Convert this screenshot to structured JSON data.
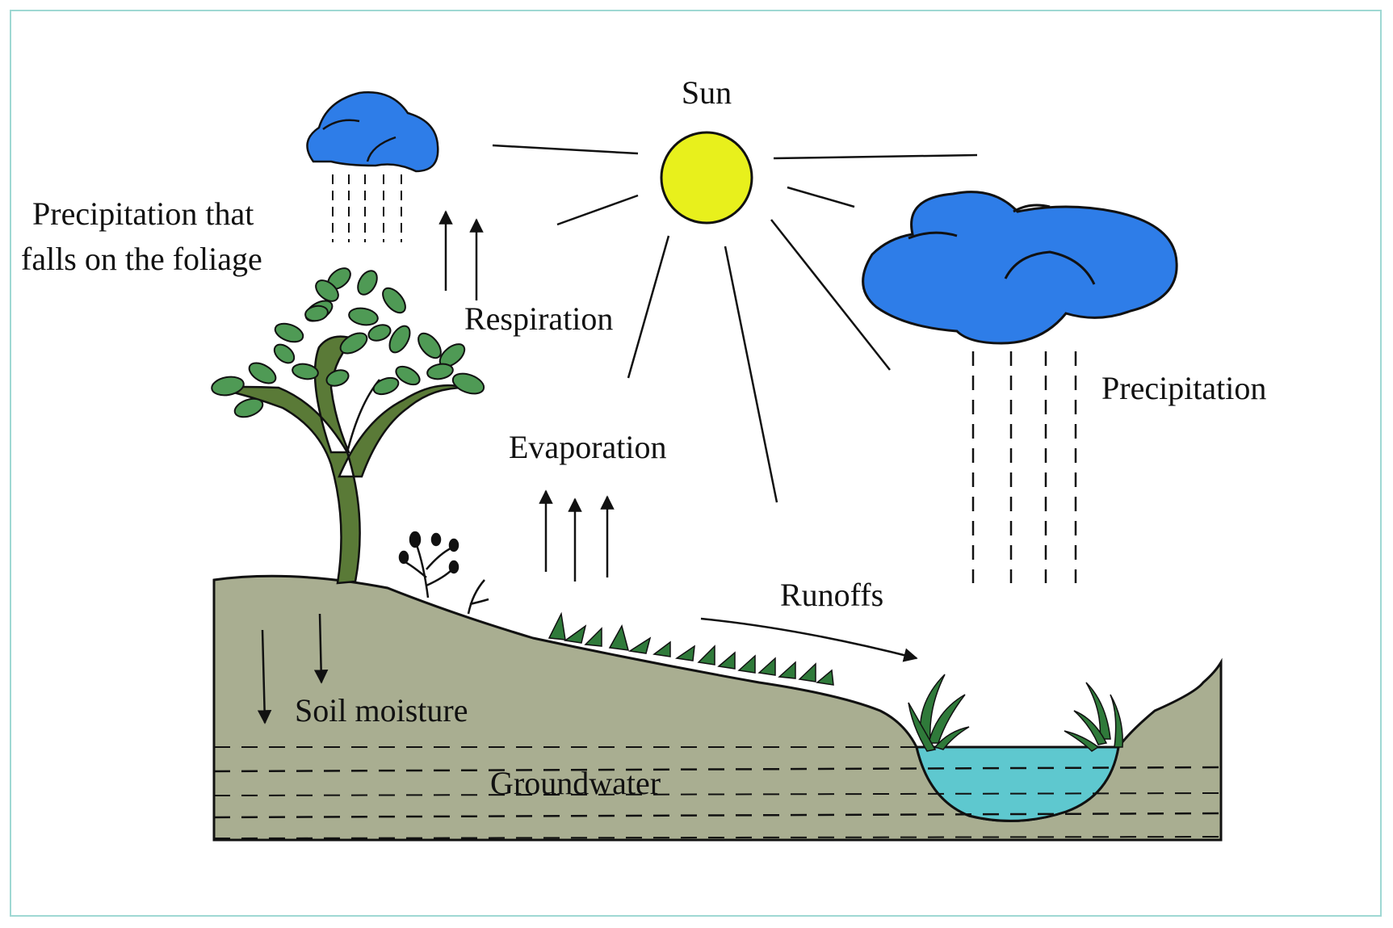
{
  "labels": {
    "sun": "Sun",
    "foliage_line1": "Precipitation that",
    "foliage_line2": "falls on the foliage",
    "respiration": "Respiration",
    "evaporation": "Evaporation",
    "precipitation": "Precipitation",
    "runoffs": "Runoffs",
    "soil_moisture": "Soil moisture",
    "groundwater": "Groundwater"
  },
  "colors": {
    "frame": "#9fd8d3",
    "cloud": "#2e7de8",
    "sun": "#e8f01c",
    "ground": "#a9ae91",
    "water": "#5ec8cf",
    "trunk": "#5a7a37",
    "leaf": "#4f9a55",
    "grass": "#2f7a3a"
  }
}
